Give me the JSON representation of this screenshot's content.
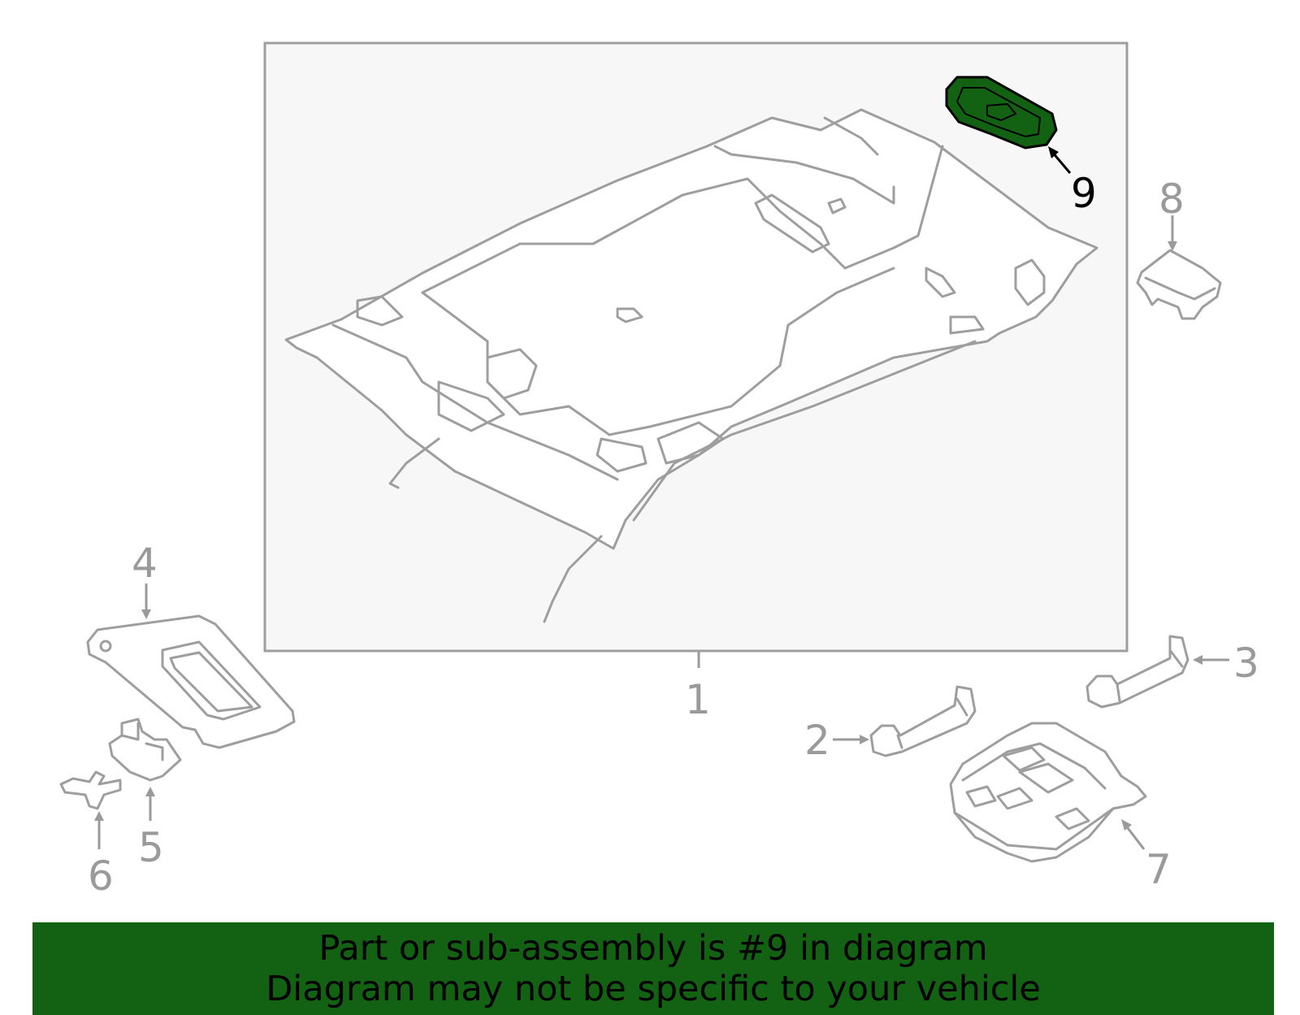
{
  "diagram": {
    "callouts": [
      "1",
      "2",
      "3",
      "4",
      "5",
      "6",
      "7",
      "8",
      "9"
    ],
    "highlighted_part": "9",
    "colors": {
      "highlight": "#136113",
      "line": "#9e9e9e",
      "panel_bg": "#f7f7f7",
      "banner_bg": "#136113"
    }
  },
  "banner": {
    "line1": "Part or sub-assembly is #9 in diagram",
    "line2": "Diagram may not be specific to your vehicle"
  }
}
